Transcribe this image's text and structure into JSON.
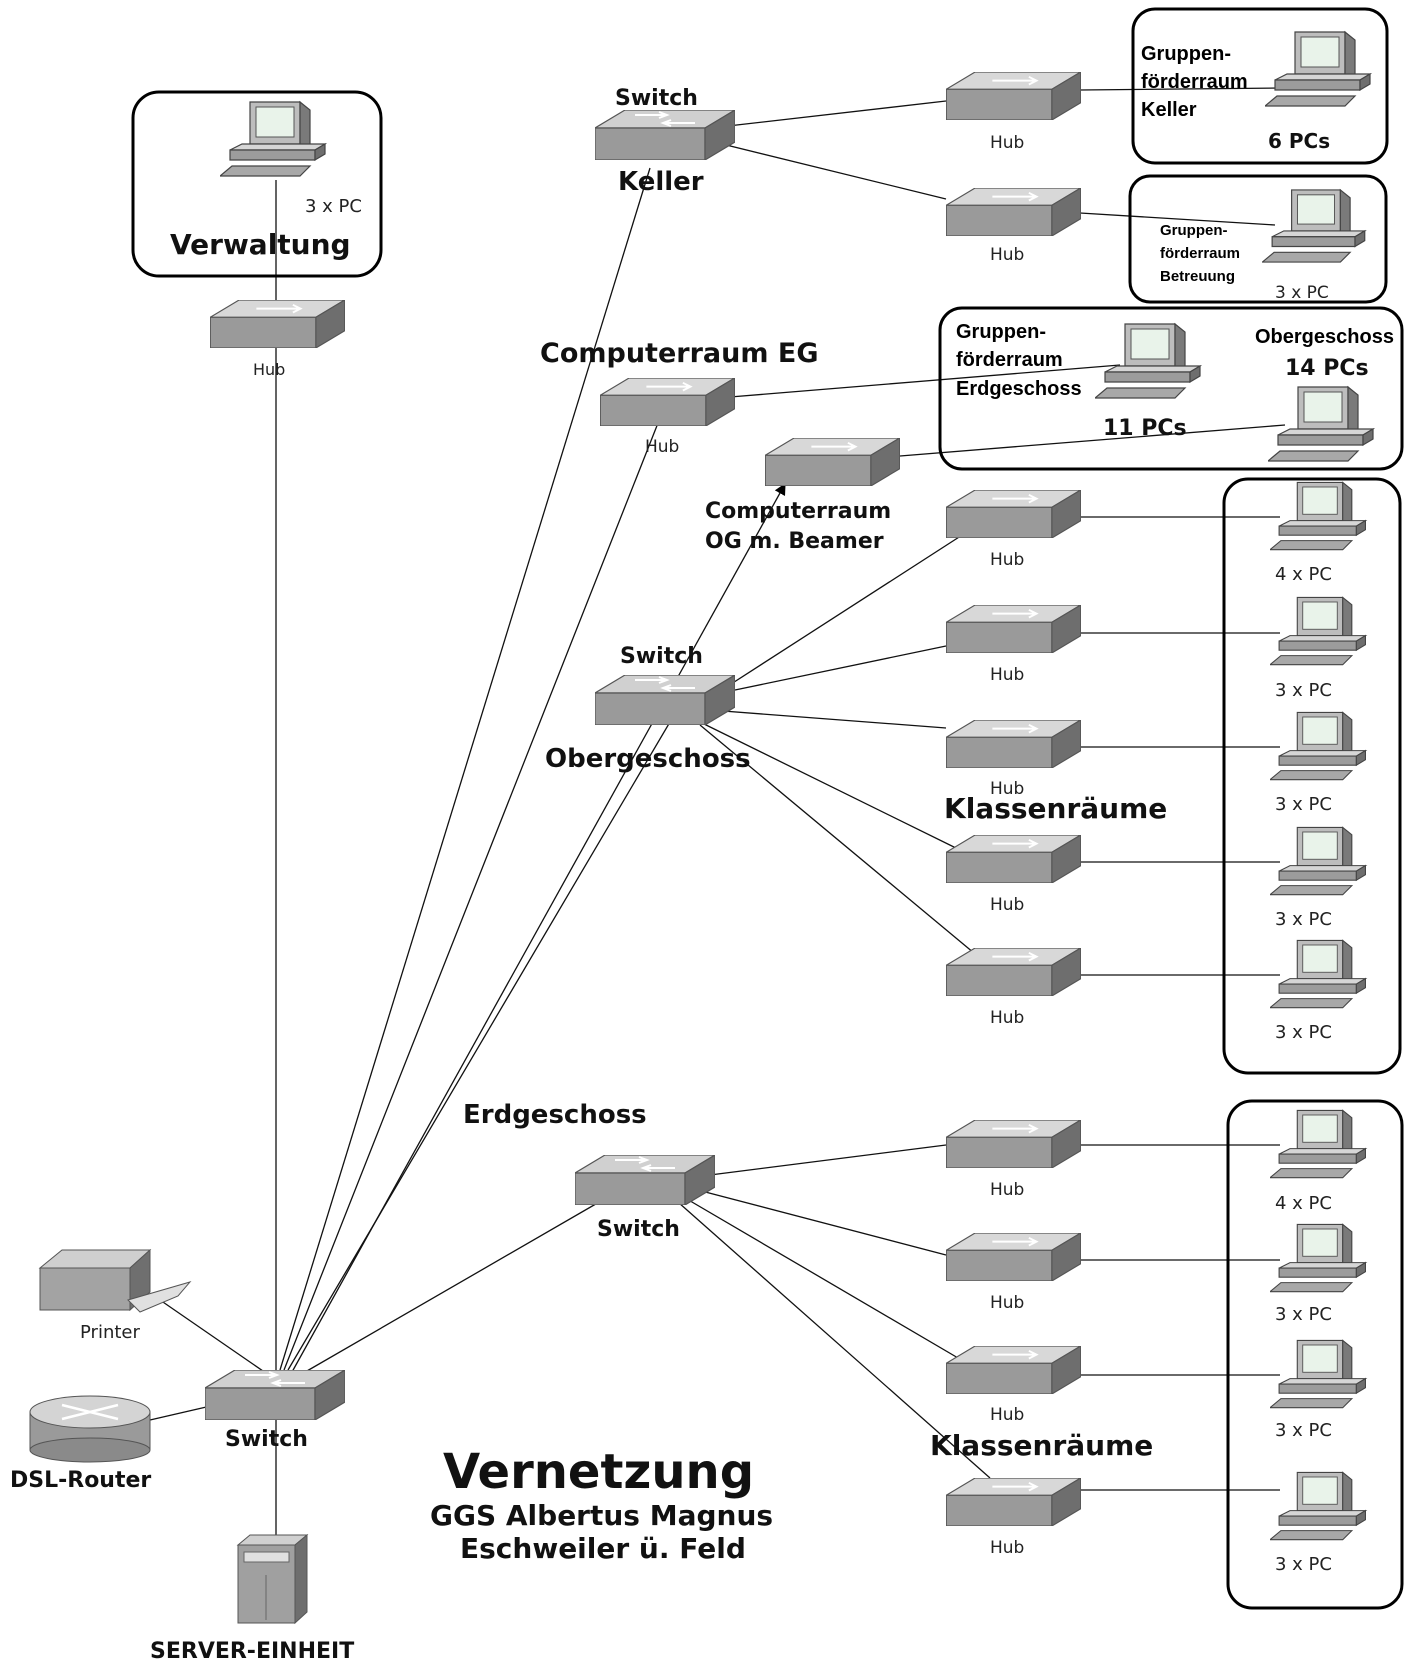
{
  "title": {
    "main": "Vernetzung",
    "line1": "GGS Albertus Magnus",
    "line2": "Eschweiler ü. Feld"
  },
  "core": {
    "switch_label": "Switch",
    "router_label": "DSL-Router",
    "printer_label": "Printer",
    "server_label": "SERVER-EINHEIT"
  },
  "verwaltung": {
    "label": "Verwaltung",
    "count": "3 x PC",
    "hub_label": "Hub"
  },
  "keller": {
    "switch_top": "Switch",
    "switch_bottom": "Keller",
    "hub1_label": "Hub",
    "hub2_label": "Hub",
    "room1": [
      "Gruppen-",
      "förderraum",
      "Keller"
    ],
    "room1_count": "6  PCs",
    "room2": [
      "Gruppen-",
      "förderraum",
      "Betreuung"
    ],
    "room2_count": "3 x PC"
  },
  "computerraum_eg": {
    "label": "Computerraum EG",
    "hub_label": "Hub",
    "room": [
      "Gruppen-",
      "förderraum",
      "Erdgeschoss"
    ],
    "count": "11 PCs"
  },
  "computerraum_og": {
    "label1": "Computerraum",
    "label2": "OG m. Beamer",
    "og_title": "Obergeschoss",
    "count": "14 PCs"
  },
  "obergeschoss": {
    "switch_top": "Switch",
    "switch_bottom": "Obergeschoss",
    "rooms_label": "Klassenräume",
    "hubs": [
      {
        "label": "Hub",
        "pc": "4 x PC"
      },
      {
        "label": "Hub",
        "pc": "3 x PC"
      },
      {
        "label": "Hub",
        "pc": "3 x PC"
      },
      {
        "label": "Hub",
        "pc": "3 x PC"
      },
      {
        "label": "Hub",
        "pc": "3 x PC"
      }
    ]
  },
  "erdgeschoss": {
    "label": "Erdgeschoss",
    "switch_label": "Switch",
    "rooms_label": "Klassenräume",
    "hubs": [
      {
        "label": "Hub",
        "pc": "4 x PC"
      },
      {
        "label": "Hub",
        "pc": "3 x PC"
      },
      {
        "label": "Hub",
        "pc": "3 x PC"
      },
      {
        "label": "Hub",
        "pc": "3 x PC"
      }
    ]
  }
}
